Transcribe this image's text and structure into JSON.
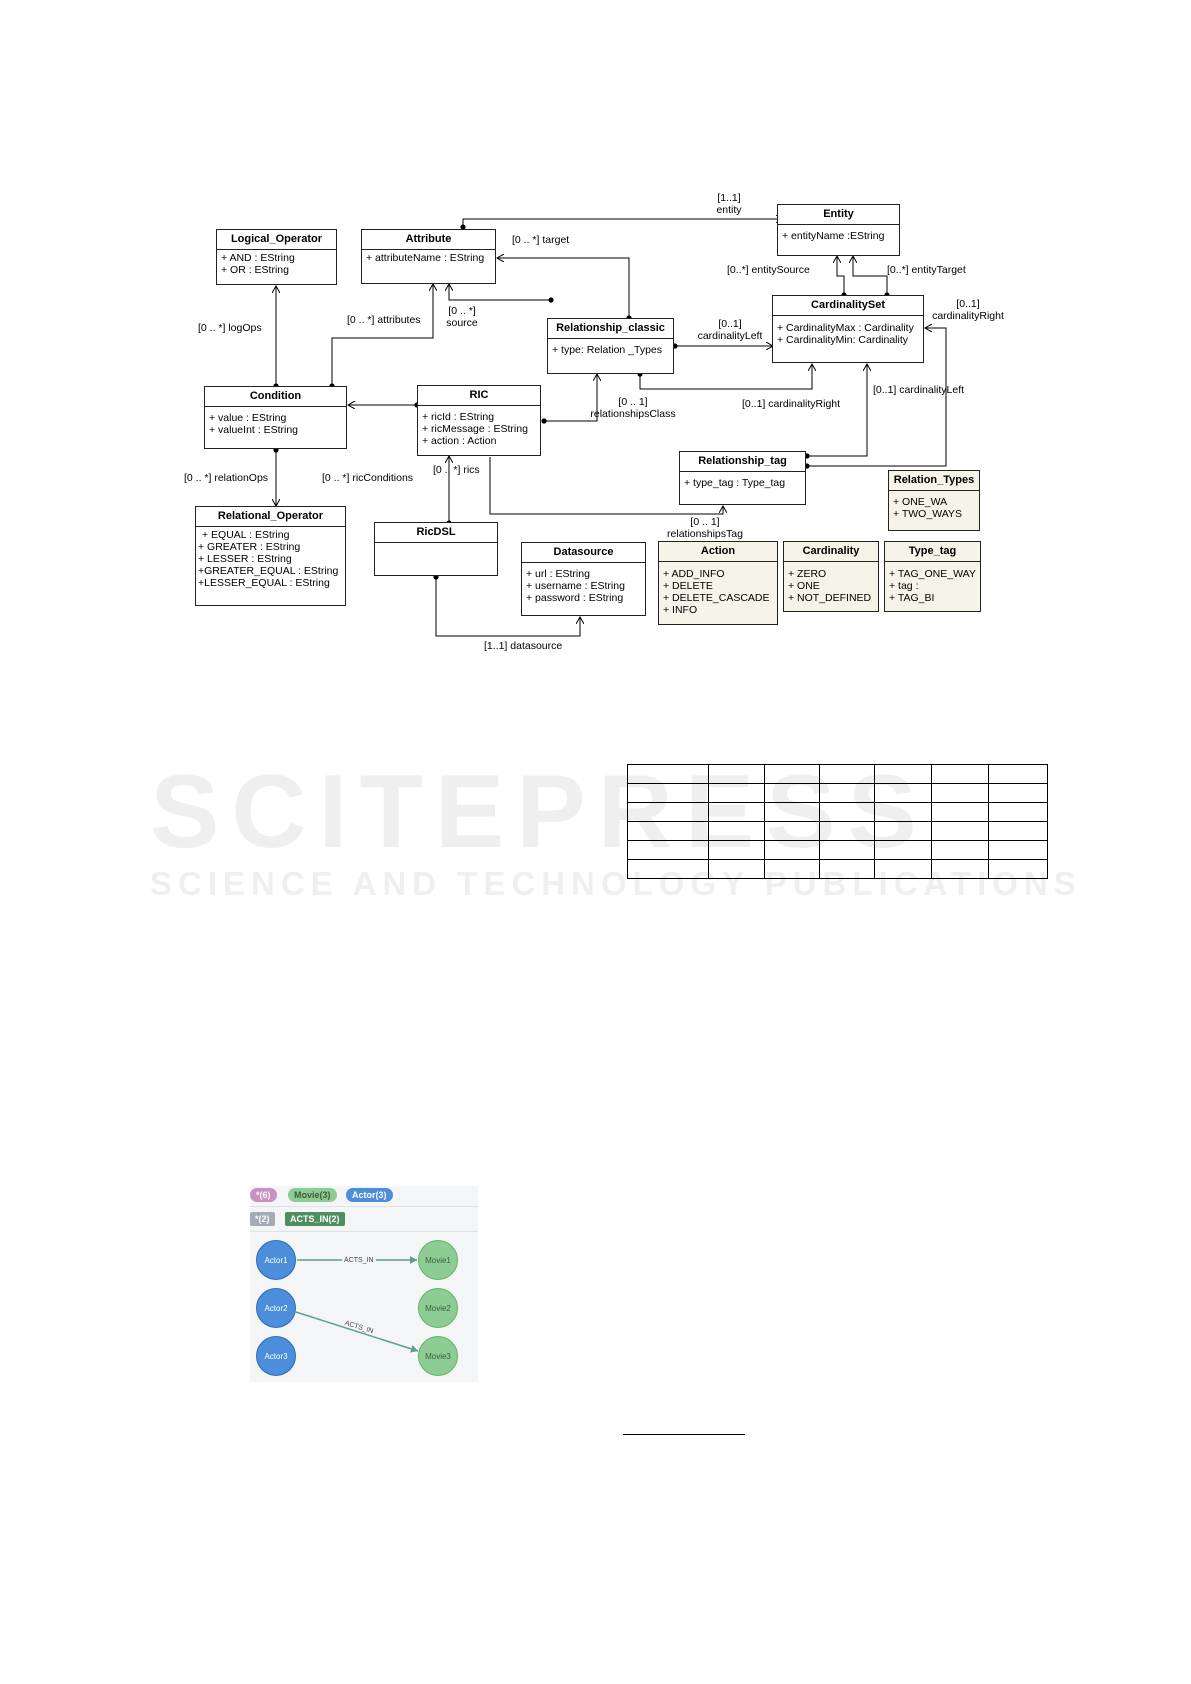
{
  "boxes": {
    "logical_operator": {
      "title": "Logical_Operator",
      "attrs": [
        "+ AND : EString",
        "+ OR : EString"
      ]
    },
    "attribute": {
      "title": "Attribute",
      "attrs": [
        "+ attributeName : EString"
      ]
    },
    "entity": {
      "title": "Entity",
      "attrs": [
        "+ entityName :EString"
      ]
    },
    "relationship_classic": {
      "title": "Relationship_classic",
      "attrs": [
        "+ type: Relation _Types"
      ]
    },
    "cardinality_set": {
      "title": "CardinalitySet",
      "attrs": [
        "+ CardinalityMax : Cardinality",
        "+ CardinalityMin: Cardinality"
      ]
    },
    "condition": {
      "title": "Condition",
      "attrs": [
        "+ value : EString",
        "+ valueInt : EString"
      ]
    },
    "ric": {
      "title": "RIC",
      "attrs": [
        "+ ricId : EString",
        "+ ricMessage : EString",
        "+ action : Action"
      ]
    },
    "relationship_tag": {
      "title": "Relationship_tag",
      "attrs": [
        "+ type_tag : Type_tag"
      ]
    },
    "relation_types": {
      "title": "Relation_Types",
      "attrs": [
        "+ ONE_WA",
        "+ TWO_WAYS"
      ]
    },
    "relational_operator": {
      "title": "Relational_Operator",
      "attrs": [
        "+ EQUAL : EString",
        "+ GREATER : EString",
        "+ LESSER : EString",
        "+GREATER_EQUAL : EString",
        "+LESSER_EQUAL : EString"
      ]
    },
    "ricdsl": {
      "title": "RicDSL",
      "attrs": []
    },
    "datasource": {
      "title": "Datasource",
      "attrs": [
        "+ url : EString",
        "+ username : EString",
        "+ password : EString"
      ]
    },
    "action": {
      "title": "Action",
      "attrs": [
        "+ ADD_INFO",
        "+ DELETE",
        "+ DELETE_CASCADE",
        "+ INFO"
      ]
    },
    "cardinality": {
      "title": "Cardinality",
      "attrs": [
        "+ ZERO",
        "+ ONE",
        "+ NOT_DEFINED"
      ]
    },
    "type_tag": {
      "title": "Type_tag",
      "attrs": [
        "+ TAG_ONE_WAY",
        "+ tag :",
        "+ TAG_BI"
      ]
    }
  },
  "labels": {
    "entity_mult": "[1..1]",
    "entity_role": "entity",
    "target": "[0 .. *] target",
    "entity_source": "[0..*] entitySource",
    "entity_target": "[0..*] entityTarget",
    "card_right_top_mult": "[0..1]",
    "card_right_top_role": "cardinalityRight",
    "logops": "[0 .. *] logOps",
    "attributes": "[0 .. *] attributes",
    "source_mult": "[0 .. *]",
    "source_role": "source",
    "card_left_mult": "[0..1]",
    "card_left_role": "cardinalityLeft",
    "rel_class_mult": "[0 .. 1]",
    "rel_class_role": "relationshipsClass",
    "card_right2": "[0..1] cardinalityRight",
    "card_left2": "[0..1] cardinalityLeft",
    "relation_ops": "[0 .. *] relationOps",
    "ric_conditions": "[0 .. *] ricConditions",
    "rics": "[0 .. *] rics",
    "rel_tag_mult": "[0 .. 1]",
    "rel_tag_role": "relationshipsTag",
    "datasource_assoc": "[1..1] datasource"
  },
  "watermark": {
    "line1": "SCITEPRESS",
    "line2": "SCIENCE AND TECHNOLOGY PUBLICATIONS"
  },
  "neo": {
    "pills": [
      {
        "text": "*(6)",
        "color": "#c990c0"
      },
      {
        "text": "Movie(3)",
        "color": "#8dcc93"
      },
      {
        "text": "Actor(3)",
        "color": "#4c8eda"
      }
    ],
    "tags": [
      {
        "text": "*(2)",
        "color": "#a5abb6"
      },
      {
        "text": "ACTS_IN(2)",
        "color": "#4f8e5e"
      }
    ],
    "actors": [
      "Actor1",
      "Actor2",
      "Actor3"
    ],
    "movies": [
      "Movie1",
      "Movie2",
      "Movie3"
    ],
    "edge_label": "ACTS_IN"
  }
}
